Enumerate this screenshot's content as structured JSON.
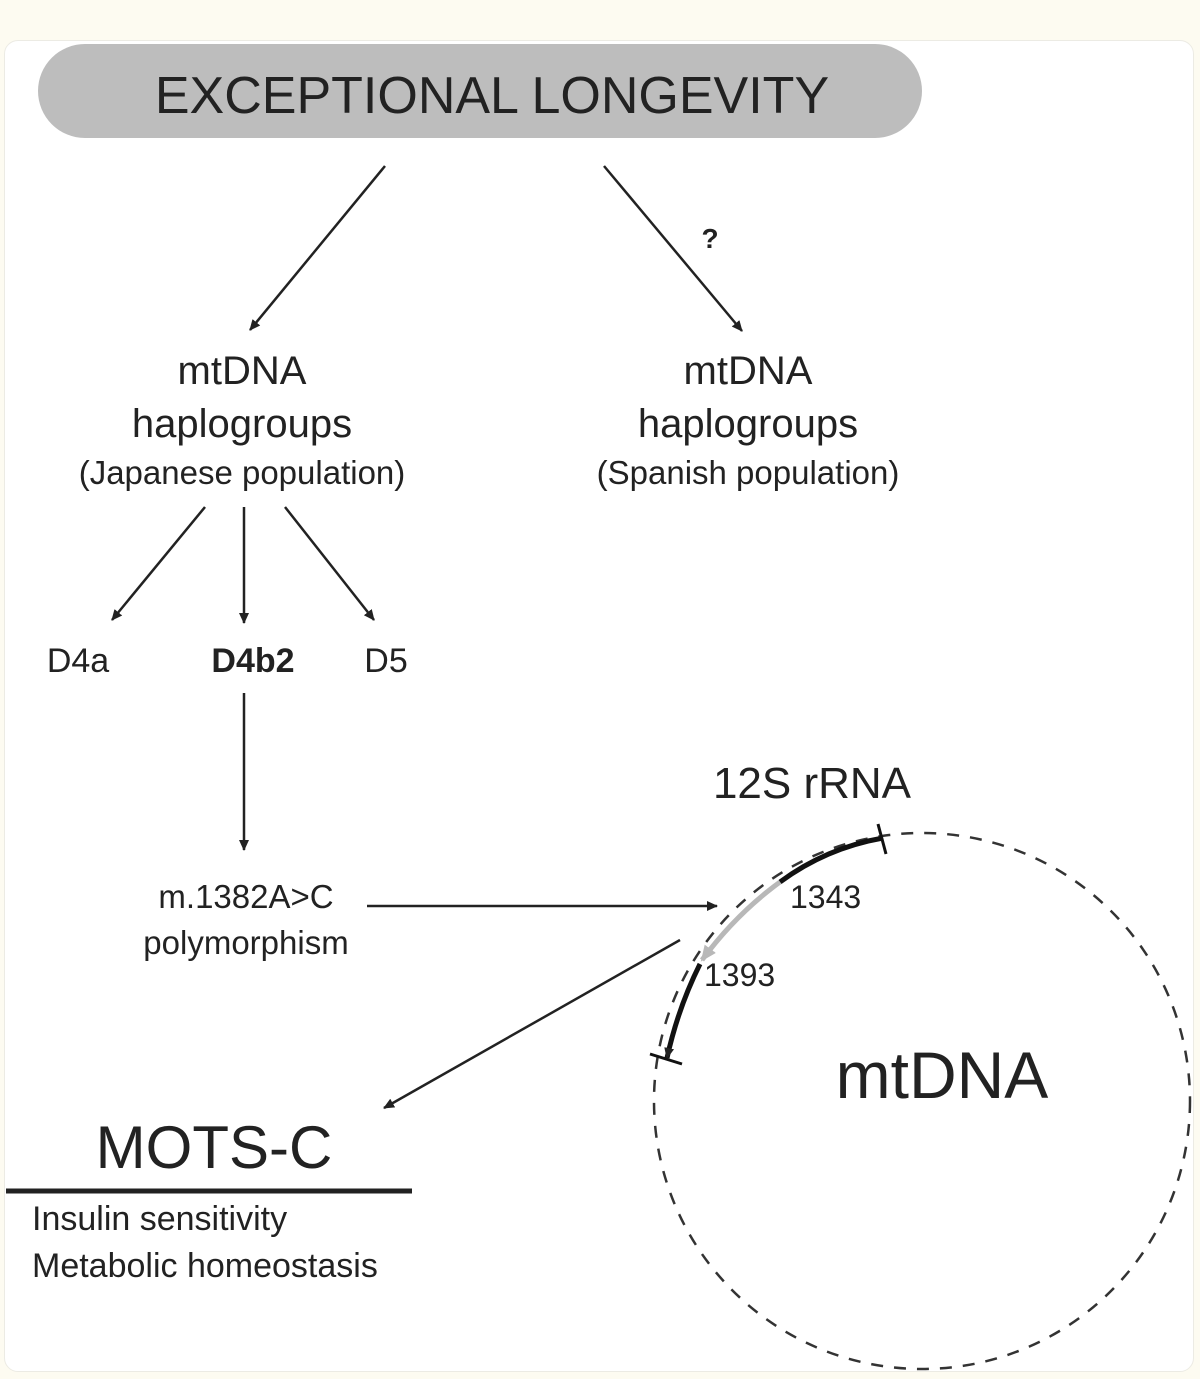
{
  "colors": {
    "page_background": "#fdfbf1",
    "card_background": "#ffffff",
    "title_pill": "#bdbdbd",
    "text": "#222222",
    "arrow": "#222222",
    "light_arrow": "#b8b8b8"
  },
  "title": "EXCEPTIONAL LONGEVITY",
  "question_mark": "?",
  "left_branch": {
    "line1": "mtDNA",
    "line2": "haplogroups",
    "line3": "(Japanese population)"
  },
  "right_branch": {
    "line1": "mtDNA",
    "line2": "haplogroups",
    "line3": "(Spanish population)"
  },
  "subgroups": {
    "d4a": "D4a",
    "d4b2": "D4b2",
    "d5": "D5"
  },
  "polymorphism": {
    "line1": "m.1382A>C",
    "line2": "polymorphism"
  },
  "rrna_label": "12S rRNA",
  "positions": {
    "start": "1343",
    "end": "1393"
  },
  "mtdna_label": "mtDNA",
  "mots": {
    "title": "MOTS-C",
    "line1": "Insulin sensitivity",
    "line2": "Metabolic homeostasis"
  }
}
